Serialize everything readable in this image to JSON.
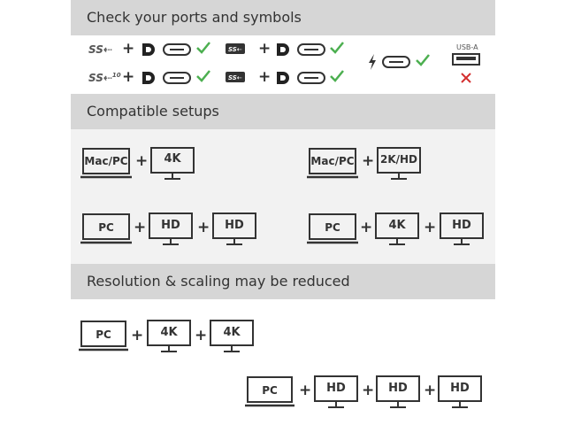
{
  "sections": {
    "ports_title": "Check your ports and symbols",
    "compatible_title": "Compatible setups",
    "reduced_title": "Resolution & scaling may be reduced"
  },
  "ports": {
    "usb_a_label": "USB-A",
    "ss_gen2_superscript": "10"
  },
  "setups": {
    "mac_pc": "Mac/PC",
    "pc": "PC",
    "res_4k": "4K",
    "res_2k_hd": "2K/HD",
    "res_hd": "HD",
    "plus": "+"
  },
  "colors": {
    "check": "#4caf50",
    "cross": "#d32f2f",
    "band": "#d6d6d6",
    "panel": "#f2f2f2",
    "stroke": "#333333"
  }
}
